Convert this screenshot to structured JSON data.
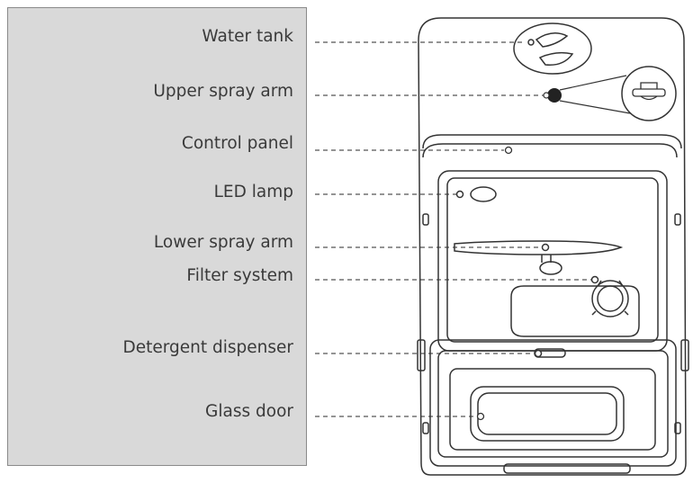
{
  "labels": [
    "Water tank",
    "Upper spray arm",
    "Control panel",
    "LED lamp",
    "Lower spray arm",
    "Filter system",
    "Detergent dispenser",
    "Glass door"
  ],
  "colors": {
    "panel_fill": "#d9d9d9",
    "panel_border": "#8a8a8a",
    "text": "#3a3a3a",
    "line": "#555555",
    "outline": "#333333"
  }
}
